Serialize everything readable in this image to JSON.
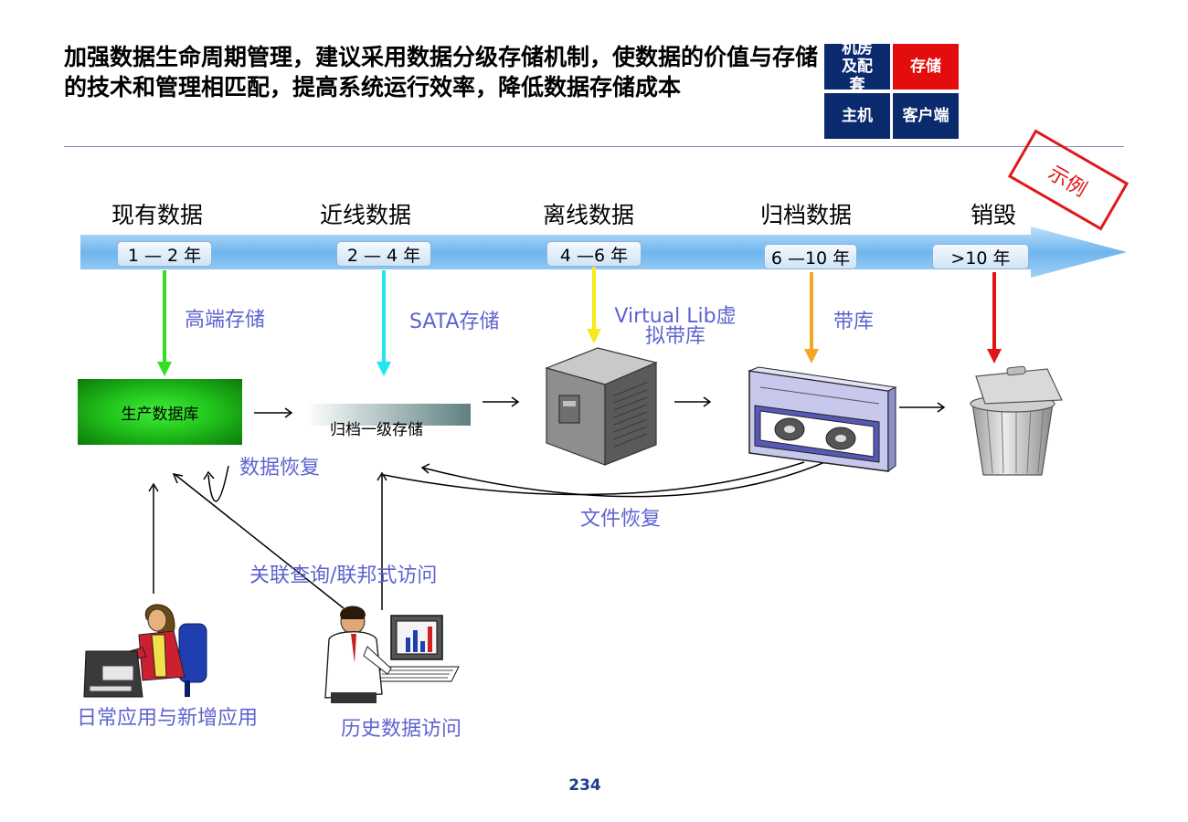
{
  "title": "加强数据生命周期管理，建议采用数据分级存储机制，使数据的价值与存储的技术和管理相匹配，提高系统运行效率，降低数据存储成本",
  "category_grid": {
    "cells": [
      {
        "label": "机房及配套",
        "color": "#0b2a6e"
      },
      {
        "label": "存储",
        "color": "#e30d0d"
      },
      {
        "label": "主机",
        "color": "#0b2a6e"
      },
      {
        "label": "客户端",
        "color": "#0b2a6e"
      }
    ]
  },
  "stamp": "示例",
  "timeline": {
    "stages": [
      {
        "name": "现有数据",
        "years": "1 — 2 年",
        "storage": "高端存储",
        "arrow_color": "#33dd22"
      },
      {
        "name": "近线数据",
        "years": "2 — 4 年",
        "storage": "SATA存储",
        "arrow_color": "#22e6f2"
      },
      {
        "name": "离线数据",
        "years": "4 —6 年",
        "storage": "Virtual Lib虚拟带库",
        "arrow_color": "#f5ea1a"
      },
      {
        "name": "归档数据",
        "years": "6 —10 年",
        "storage": "带库",
        "arrow_color": "#f5a623"
      },
      {
        "name": "销毁",
        "years": ">10 年",
        "storage": "",
        "arrow_color": "#e01414"
      }
    ]
  },
  "blocks": {
    "production_db": "生产数据库",
    "archive_level1": "归档一级存储"
  },
  "flows": {
    "data_recovery": "数据恢复",
    "file_recovery": "文件恢复",
    "federated_query": "关联查询/联邦式访问"
  },
  "users": {
    "daily_apps": "日常应用与新增应用",
    "history_access": "历史数据访问"
  },
  "page_number": "234"
}
